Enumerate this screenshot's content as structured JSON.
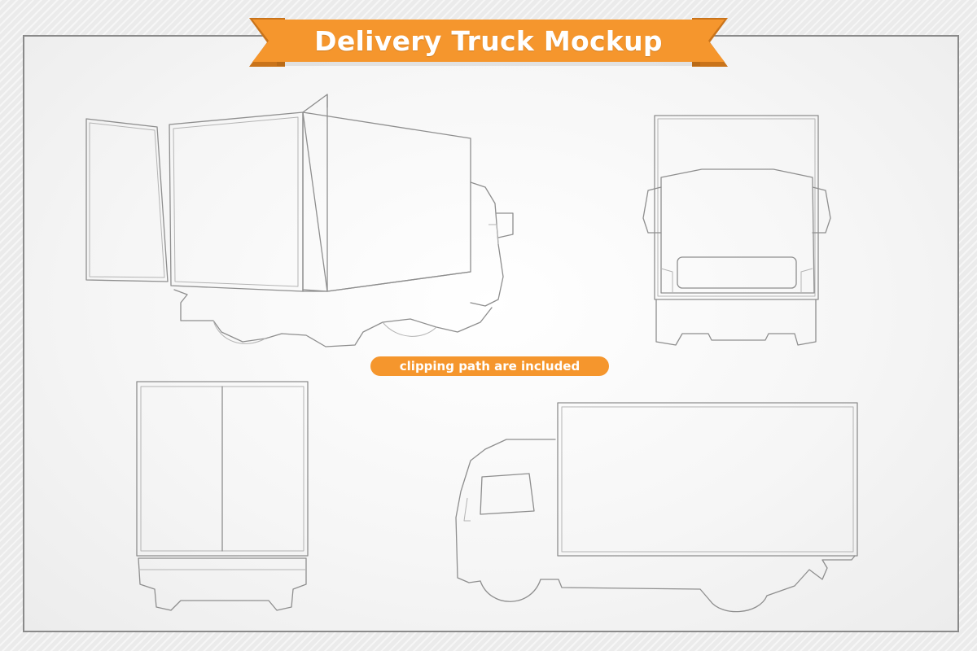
{
  "banner": {
    "title": "Delivery Truck Mockup"
  },
  "caption": {
    "text": "clipping path are included"
  },
  "colors": {
    "accent": "#f5962d",
    "accent_dark": "#c9731a",
    "outline": "#8e8e8e",
    "frame": "#8a8a8a",
    "background": "#ebebeb"
  },
  "views": [
    "perspective-open-door-view",
    "front-view",
    "rear-view",
    "side-view"
  ]
}
